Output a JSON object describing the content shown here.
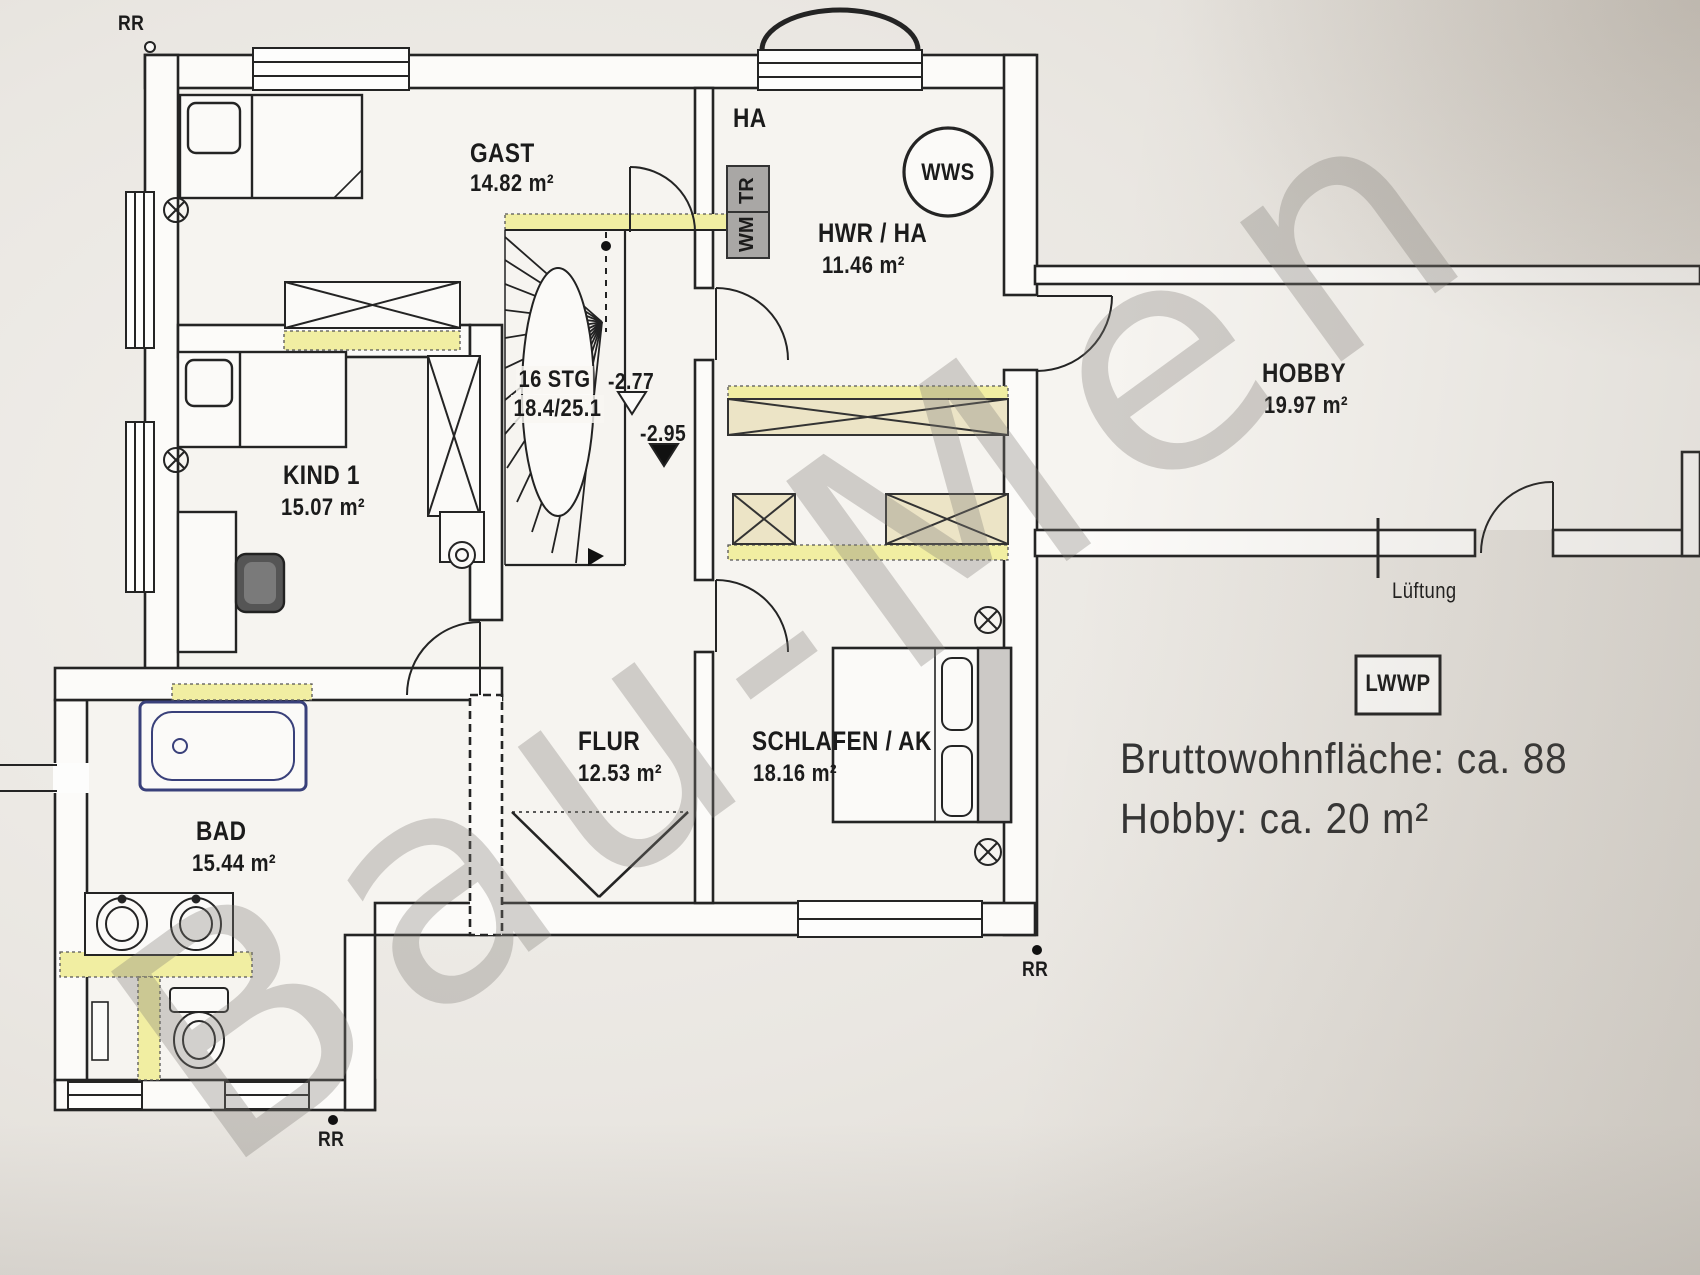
{
  "rooms": {
    "gast": {
      "name": "GAST",
      "area": "14.82 m²"
    },
    "kind1": {
      "name": "KIND 1",
      "area": "15.07 m²"
    },
    "bad": {
      "name": "BAD",
      "area": "15.44 m²"
    },
    "flur": {
      "name": "FLUR",
      "area": "12.53 m²"
    },
    "schlafen": {
      "name": "SCHLAFEN / AK",
      "area": "18.16 m²"
    },
    "hwr": {
      "name": "HWR / HA",
      "area": "11.46 m²"
    },
    "hobby": {
      "name": "HOBBY",
      "area": "19.97 m²"
    }
  },
  "stairs": {
    "count_label": "16 STG",
    "dimensions": "18.4/25.1",
    "level_upper": "-2.77",
    "level_lower": "-2.95"
  },
  "equipment": {
    "ha": "HA",
    "tr": "TR",
    "wm": "WM",
    "wws": "WWS",
    "lwwp": "LWWP",
    "lueftung": "Lüftung"
  },
  "markers": {
    "rr": "RR"
  },
  "summary": {
    "line1": "Bruttowohnfläche: ca. 88",
    "line2": "Hobby: ca. 20 m²"
  },
  "watermark": {
    "text": "Bau-Men"
  },
  "colors": {
    "lintel_yellow": "#f1eea2",
    "beam_tan": "#ece4c6",
    "tub_accent": "#39407a",
    "line": "#242424"
  }
}
